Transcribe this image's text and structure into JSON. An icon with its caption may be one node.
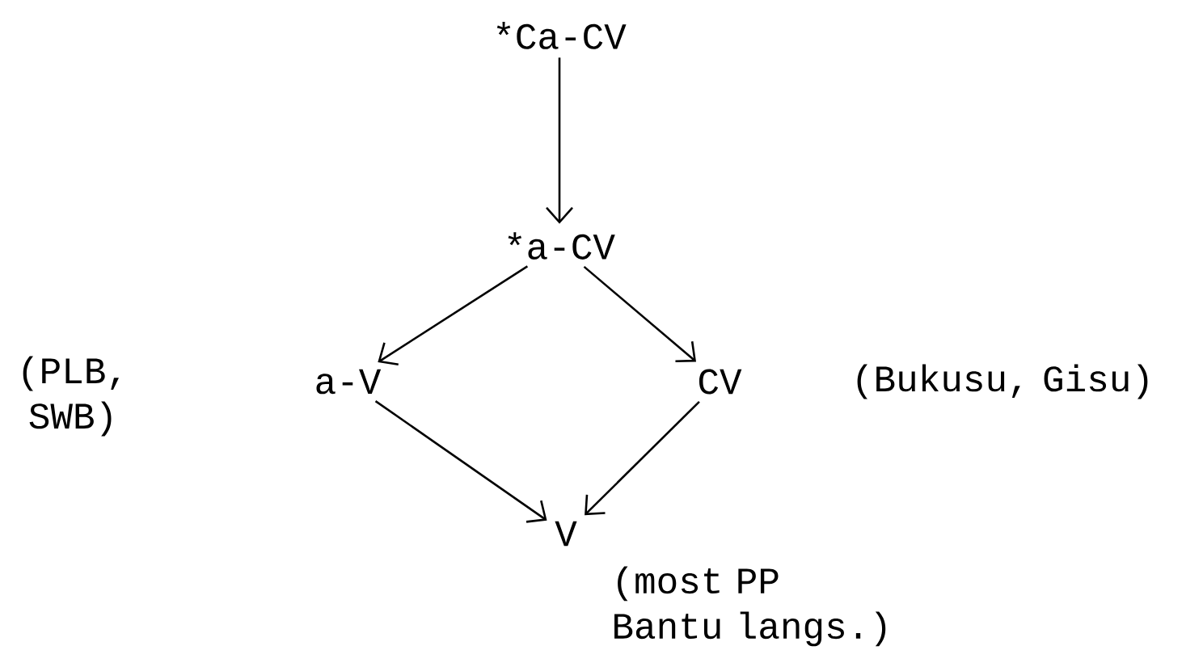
{
  "diagram": {
    "nodes": [
      {
        "text": [
          "*Ca-CV"
        ]
      },
      {
        "text": [
          "*a-CV"
        ]
      },
      {
        "text": [
          "a-V"
        ]
      },
      {
        "text": [
          "CV"
        ],
        "beside": [
          "(Bukusu, Gisu)"
        ]
      },
      {
        "text": [
          "V"
        ],
        "beside": [
          "(most PP Bantu langs.)"
        ]
      }
    ],
    "edges": [
      {
        "from": 0,
        "to": 1,
        "arrow": "to"
      },
      {
        "from": 1,
        "to": 2,
        "arrow": "to"
      },
      {
        "from": 1,
        "to": 3,
        "arrow": "to"
      },
      {
        "from": 2,
        "to": 4,
        "arrow": "to"
      },
      {
        "from": 3,
        "to": 4,
        "arrow": "to"
      }
    ],
    "labels": [
      "(PLB, SWB)"
    ]
  }
}
